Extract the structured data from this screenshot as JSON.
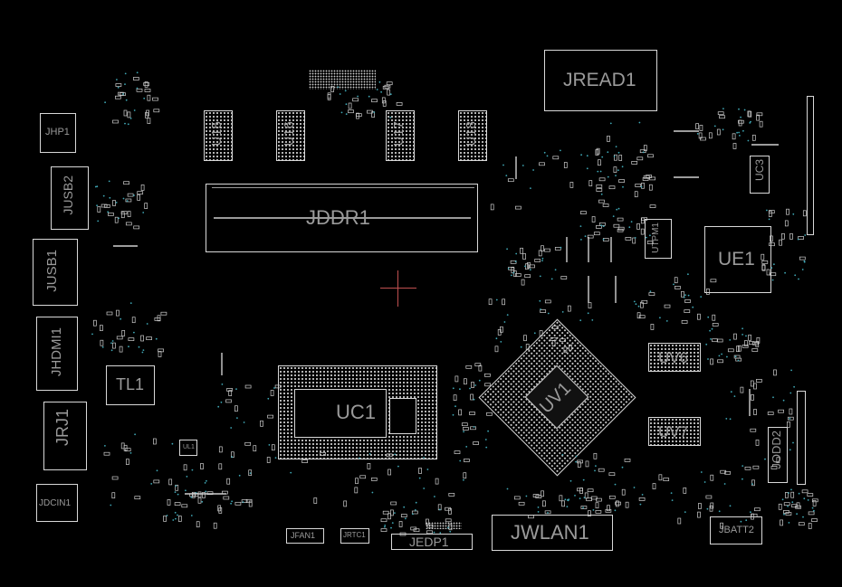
{
  "colors": {
    "background": "#000000",
    "outline": "#d8d8d8",
    "label": "#9a9a9a",
    "via": "#3fa7b5",
    "crosshair": "#c05050"
  },
  "labels": {
    "jread1": "JREAD1",
    "jhp1": "JHP1",
    "jusb2": "JUSB2",
    "jusb1": "JUSB1",
    "jhdmi1": "JHDMI1",
    "tl1": "TL1",
    "jrj1": "JRJ1",
    "jdcin1": "JDCIN1",
    "jddr1": "JDDR1",
    "u15": "U15",
    "u16": "U16",
    "u17": "U17",
    "u18": "U18",
    "uc1": "UC1",
    "uv1": "UV1",
    "ue1": "UE1",
    "uc3": "UC3",
    "utpm1": "UTPM1",
    "uv6": "UV6",
    "uv7": "UV7",
    "jodd2": "JODD2",
    "jbatt2": "JBATT2",
    "jwlan1": "JWLAN1",
    "jedp1": "JEDP1",
    "jfan1": "JFAN1",
    "jrtc1": "JRTC1",
    "ul1": "UL1"
  }
}
